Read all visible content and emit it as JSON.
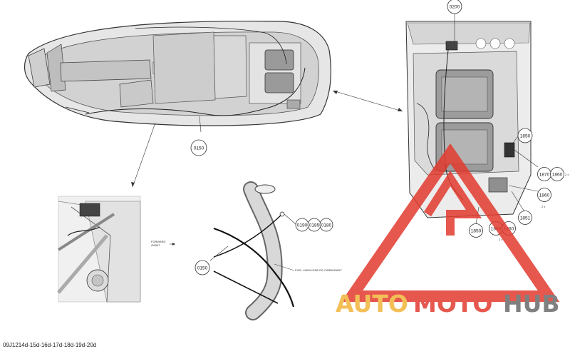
{
  "diagram": {
    "part_code": "09J1214d-15d-16d-17d-18d-19d-20d",
    "callouts": {
      "top_right": "0200",
      "hull_left": "0150",
      "detail_mid": "0150",
      "right_1850_a": "1850",
      "right_1870": "1870",
      "right_1860_a": "1860",
      "right_1860_b": "1860",
      "right_1851": "1851",
      "right_1850_b": "1850",
      "right_1860_c": "1860",
      "right_1860_d": "1860",
      "mid_0190": "0190",
      "mid_0185": "0185",
      "mid_0180": "0180"
    },
    "notes": {
      "forward_label_1": "FORWARD",
      "forward_label_2": "AVANT",
      "fuel_line": "FUEL LINE/LIGNE DE CARBURANT",
      "x2_a": "2 x",
      "x2_b": "2 x",
      "x2_c": "2 x"
    }
  },
  "watermark": {
    "word_1": "AUTO",
    "word_2": "MOTO",
    "word_3": "HUB",
    "colors": {
      "auto": "#f2b43a",
      "moto": "#e23a2e",
      "hub": "#6b6b6b",
      "triangle": "#e23a2e"
    }
  }
}
